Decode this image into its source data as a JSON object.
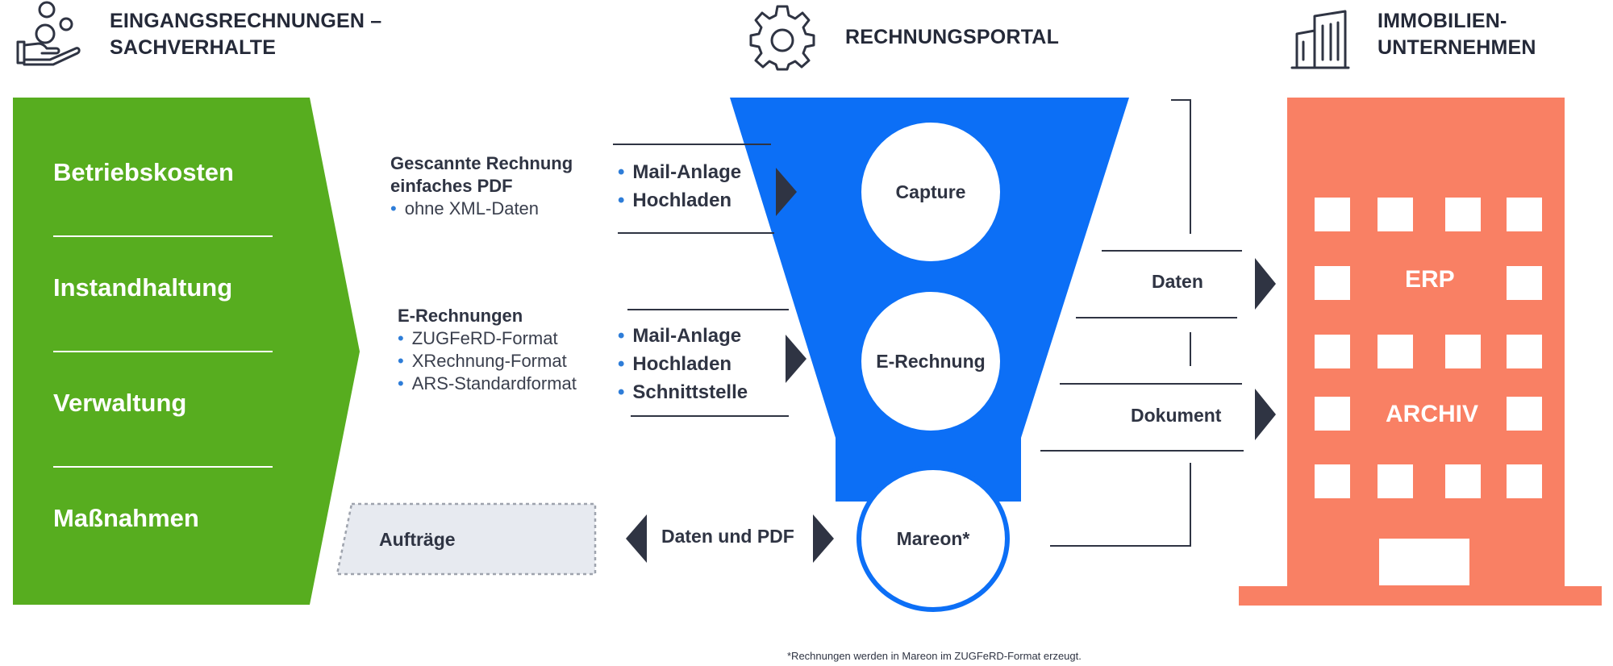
{
  "header": {
    "left_title_line1": "EINGANGSRECHNUNGEN –",
    "left_title_line2": "SACHVERHALTE",
    "center_title": "RECHNUNGSPORTAL",
    "right_title_line1": "IMMOBILIEN-",
    "right_title_line2": "UNTERNEHMEN",
    "icons": [
      "hand-coins-icon",
      "gear-icon",
      "building-icon"
    ]
  },
  "categories": [
    "Betriebskosten",
    "Instandhaltung",
    "Verwaltung",
    "Maßnahmen"
  ],
  "sources": {
    "scanned": {
      "title_line1": "Gescannte Rechnung",
      "title_line2": "einfaches PDF",
      "bullets": [
        "ohne XML-Daten"
      ]
    },
    "einvoice": {
      "title": "E-Rechnungen",
      "bullets": [
        "ZUGFeRD-Format",
        "XRechnung-Format",
        "ARS-Standardformat"
      ]
    },
    "orders": {
      "label": "Aufträge"
    }
  },
  "channels": {
    "scanned": [
      "Mail-Anlage",
      "Hochladen"
    ],
    "einvoice": [
      "Mail-Anlage",
      "Hochladen",
      "Schnittstelle"
    ],
    "orders_exchange": "Daten und PDF"
  },
  "portal": {
    "stages": [
      "Capture",
      "E-Rechnung",
      "Mareon*"
    ]
  },
  "outputs": {
    "data": "Daten",
    "document": "Dokument"
  },
  "company": {
    "erp": "ERP",
    "archive": "ARCHIV"
  },
  "footnote": "*Rechnungen werden in Mareon im ZUGFeRD-Format erzeugt.",
  "colors": {
    "green": "#57ad1f",
    "blue": "#0c6ff6",
    "coral": "#f98064",
    "dark": "#2f3443",
    "bullet": "#2e7dd8",
    "orders_box": "#e7eaf0"
  }
}
